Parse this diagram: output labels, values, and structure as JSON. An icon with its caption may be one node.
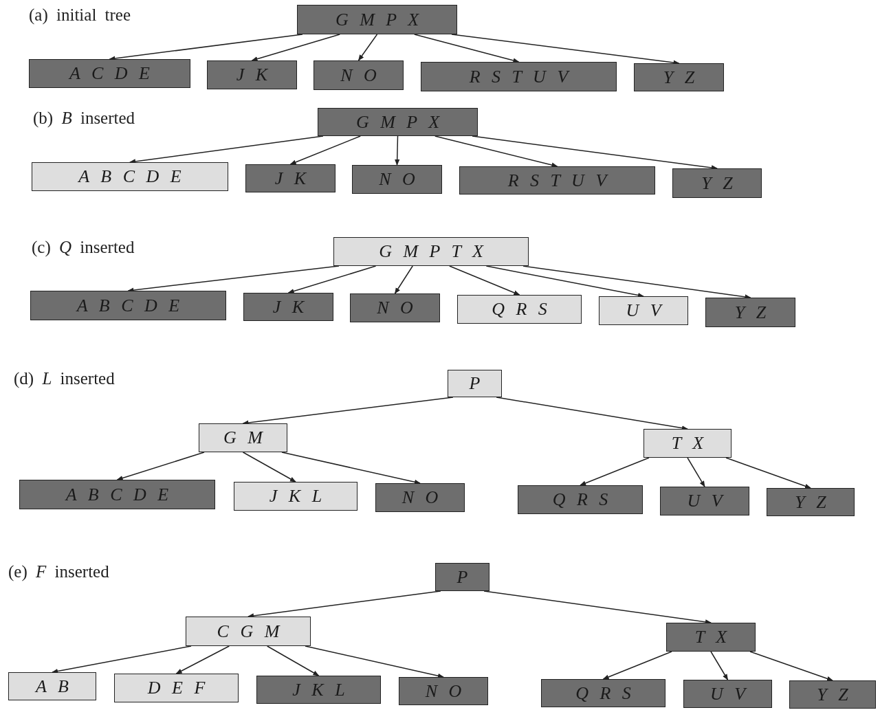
{
  "diagram": {
    "nodes": [
      {
        "text": [
          "G M P X"
        ]
      },
      {
        "text": [
          "A C D E"
        ]
      },
      {
        "text": [
          "J K"
        ]
      },
      {
        "text": [
          "N O"
        ]
      },
      {
        "text": [
          "R S T U V"
        ]
      },
      {
        "text": [
          "Y Z"
        ]
      },
      {
        "text": [
          "G M P X"
        ]
      },
      {
        "text": [
          "A B C D E"
        ]
      },
      {
        "text": [
          "J K"
        ]
      },
      {
        "text": [
          "N O"
        ]
      },
      {
        "text": [
          "R S T U V"
        ]
      },
      {
        "text": [
          "Y Z"
        ]
      },
      {
        "text": [
          "G M P T X"
        ]
      },
      {
        "text": [
          "A B C D E"
        ]
      },
      {
        "text": [
          "J K"
        ]
      },
      {
        "text": [
          "N O"
        ]
      },
      {
        "text": [
          "Q R S"
        ]
      },
      {
        "text": [
          "U V"
        ]
      },
      {
        "text": [
          "Y Z"
        ]
      },
      {
        "text": [
          "P"
        ]
      },
      {
        "text": [
          "G M"
        ]
      },
      {
        "text": [
          "T X"
        ]
      },
      {
        "text": [
          "A B C D E"
        ]
      },
      {
        "text": [
          "J K L"
        ]
      },
      {
        "text": [
          "N O"
        ]
      },
      {
        "text": [
          "Q R S"
        ]
      },
      {
        "text": [
          "U V"
        ]
      },
      {
        "text": [
          "Y Z"
        ]
      },
      {
        "text": [
          "P"
        ]
      },
      {
        "text": [
          "C G M"
        ]
      },
      {
        "text": [
          "T X"
        ]
      },
      {
        "text": [
          "A B"
        ]
      },
      {
        "text": [
          "D E F"
        ]
      },
      {
        "text": [
          "J K L"
        ]
      },
      {
        "text": [
          "N O"
        ]
      },
      {
        "text": [
          "Q R S"
        ]
      },
      {
        "text": [
          "U V"
        ]
      },
      {
        "text": [
          "Y Z"
        ]
      }
    ],
    "edges": [
      {
        "from": 0,
        "to": 1,
        "arrow": "to"
      },
      {
        "from": 0,
        "to": 2,
        "arrow": "to"
      },
      {
        "from": 0,
        "to": 3,
        "arrow": "to"
      },
      {
        "from": 0,
        "to": 4,
        "arrow": "to"
      },
      {
        "from": 0,
        "to": 5,
        "arrow": "to"
      },
      {
        "from": 6,
        "to": 7,
        "arrow": "to"
      },
      {
        "from": 6,
        "to": 8,
        "arrow": "to"
      },
      {
        "from": 6,
        "to": 9,
        "arrow": "to"
      },
      {
        "from": 6,
        "to": 10,
        "arrow": "to"
      },
      {
        "from": 6,
        "to": 11,
        "arrow": "to"
      },
      {
        "from": 12,
        "to": 13,
        "arrow": "to"
      },
      {
        "from": 12,
        "to": 14,
        "arrow": "to"
      },
      {
        "from": 12,
        "to": 15,
        "arrow": "to"
      },
      {
        "from": 12,
        "to": 16,
        "arrow": "to"
      },
      {
        "from": 12,
        "to": 17,
        "arrow": "to"
      },
      {
        "from": 12,
        "to": 18,
        "arrow": "to"
      },
      {
        "from": 19,
        "to": 20,
        "arrow": "to"
      },
      {
        "from": 19,
        "to": 21,
        "arrow": "to"
      },
      {
        "from": 20,
        "to": 22,
        "arrow": "to"
      },
      {
        "from": 20,
        "to": 23,
        "arrow": "to"
      },
      {
        "from": 20,
        "to": 24,
        "arrow": "to"
      },
      {
        "from": 21,
        "to": 25,
        "arrow": "to"
      },
      {
        "from": 21,
        "to": 26,
        "arrow": "to"
      },
      {
        "from": 21,
        "to": 27,
        "arrow": "to"
      },
      {
        "from": 28,
        "to": 29,
        "arrow": "to"
      },
      {
        "from": 28,
        "to": 30,
        "arrow": "to"
      },
      {
        "from": 29,
        "to": 31,
        "arrow": "to"
      },
      {
        "from": 29,
        "to": 32,
        "arrow": "to"
      },
      {
        "from": 29,
        "to": 33,
        "arrow": "to"
      },
      {
        "from": 29,
        "to": 34,
        "arrow": "to"
      },
      {
        "from": 30,
        "to": 35,
        "arrow": "to"
      },
      {
        "from": 30,
        "to": 36,
        "arrow": "to"
      },
      {
        "from": 30,
        "to": 37,
        "arrow": "to"
      }
    ],
    "labels": [
      "(a) initial tree",
      "(b) *B* inserted",
      "(c) *Q* inserted",
      "(d) *L* inserted",
      "(e) *F* inserted"
    ]
  }
}
